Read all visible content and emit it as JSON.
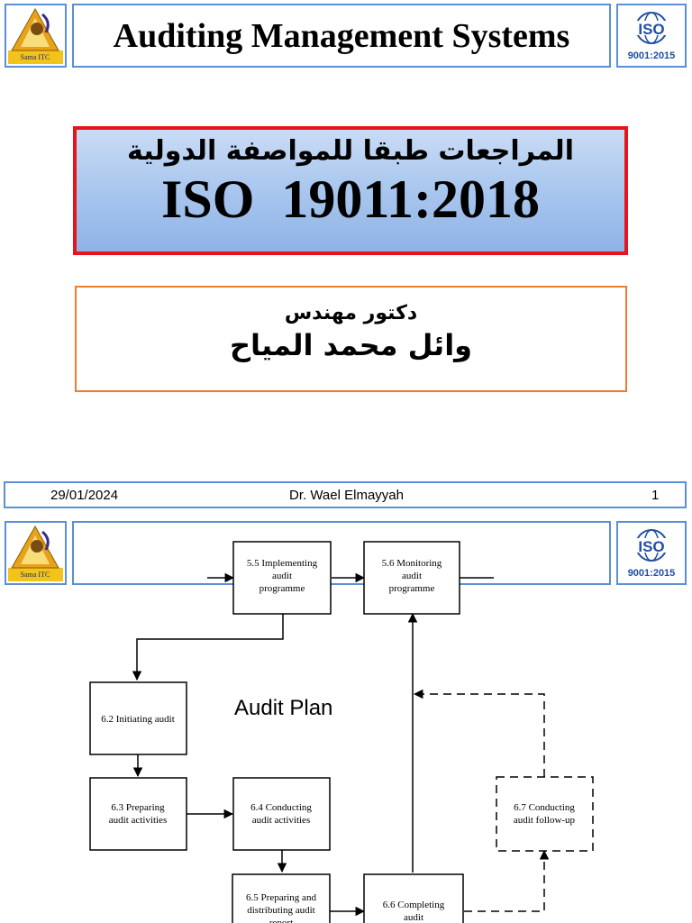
{
  "header": {
    "title": "Auditing Management Systems",
    "logo_caption": "Sama ITC",
    "iso_badge": {
      "label": "ISO",
      "standard": "9001:2015"
    }
  },
  "title_block": {
    "arabic_title": "المراجعات طبقا للمواصفة الدولية",
    "iso_number": "ISO  19011:2018"
  },
  "author_block": {
    "title_ar": "دكتور مهندس",
    "name_ar": "وائل محمد المياح"
  },
  "footer": {
    "date": "29/01/2024",
    "author": "Dr. Wael Elmayyah",
    "page": "1"
  },
  "second_slide": {
    "iso_badge": {
      "label": "ISO",
      "standard": "9001:2015"
    },
    "logo_caption": "Sama ITC",
    "diagram_label": "Audit Plan",
    "boxes": {
      "b55": [
        "5.5 Implementing",
        "audit",
        "programme"
      ],
      "b56": [
        "5.6 Monitoring",
        "audit",
        "programme"
      ],
      "b62": [
        "6.2 Initiating audit"
      ],
      "b63": [
        "6.3 Preparing",
        "audit activities"
      ],
      "b64": [
        "6.4 Conducting",
        "audit activities"
      ],
      "b65": [
        "6.5 Preparing and",
        "distributing audit",
        "report"
      ],
      "b66": [
        "6.6 Completing",
        "audit"
      ],
      "b67": [
        "6.7 Conducting",
        "audit follow-up"
      ]
    }
  },
  "colors": {
    "accent_border": "#5b8fd6",
    "red_border": "#e8141b",
    "orange_border": "#ed7d31"
  }
}
